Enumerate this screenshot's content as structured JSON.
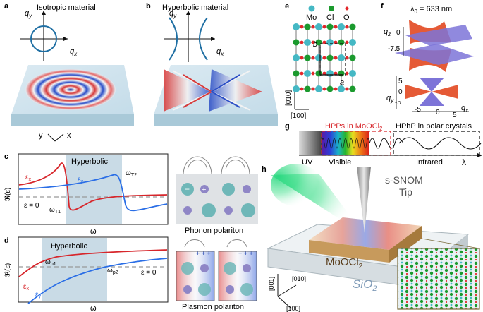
{
  "panels": {
    "a": {
      "letter": "a",
      "title": "Isotropic material",
      "qy": "q",
      "qy_sub": "y",
      "qx": "q",
      "qx_sub": "x",
      "ax_y": "y",
      "ax_x": "x"
    },
    "b": {
      "letter": "b",
      "title": "Hyperbolic material",
      "qy": "q",
      "qy_sub": "y",
      "qx": "q",
      "qx_sub": "x"
    },
    "c": {
      "letter": "c",
      "region": "Hyperbolic",
      "ex": "ε",
      "ex_sub": "x",
      "ey": "ε",
      "ey_sub": "y",
      "eps0": "ε = 0",
      "wT1": "ω",
      "wT1_sub": "T1",
      "wT2": "ω",
      "wT2_sub": "T2",
      "ylabel": "ℜ(ε)",
      "xlabel": "ω",
      "caption": "Phonon polariton",
      "minus": "−",
      "plus": "+"
    },
    "d": {
      "letter": "d",
      "region": "Hyperbolic",
      "wp1": "ω",
      "wp1_sub": "p1",
      "wp2": "ω",
      "wp2_sub": "p2",
      "eps0": "ε = 0",
      "ex": "ε",
      "ex_sub": "x",
      "ey": "ε",
      "ey_sub": "y",
      "ylabel": "ℜ(ε)",
      "xlabel": "ω",
      "caption": "Plasmon polariton",
      "charges": "+ + +"
    },
    "e": {
      "letter": "e",
      "mo": "Mo",
      "cl": "Cl",
      "o": "O",
      "b": "b",
      "a": "a",
      "dir010": "[010]",
      "dir100": "[100]"
    },
    "f": {
      "letter": "f",
      "lambda": "λ",
      "lambda_sub": "0",
      "lambda_val": " = 633 nm",
      "qz": "q",
      "qz_sub": "z",
      "qy": "q",
      "qy_sub": "y",
      "qx": "q",
      "qx_sub": "x",
      "ticks_z": [
        "0",
        "-7.5"
      ],
      "ticks_y": [
        "5",
        "0",
        "-5"
      ],
      "ticks_x": [
        "-5",
        "0",
        "5"
      ]
    },
    "g": {
      "letter": "g",
      "hpp": "HPPs in MoOCl",
      "hpp_sub": "2",
      "hphp": "HPhP in polar crystals",
      "uv": "UV",
      "visible": "Visible",
      "infrared": "Infrared",
      "lambda": "λ"
    },
    "h": {
      "letter": "h",
      "tip_line1": "s-SNOM",
      "tip_line2": "Tip",
      "material": "MoOCl",
      "material_sub": "2",
      "substrate": "SiO",
      "substrate_sub": "2",
      "dir001": "[001]",
      "dir010": "[010]",
      "dir100": "[100]"
    }
  },
  "colors": {
    "red": "#d7262b",
    "blue": "#2a6ee6",
    "hyper_band": "#c9dbe6",
    "teal": "#1f6fa3",
    "mo": "#45b8c4",
    "cl": "#1b9a2e",
    "o": "#e3262a"
  }
}
